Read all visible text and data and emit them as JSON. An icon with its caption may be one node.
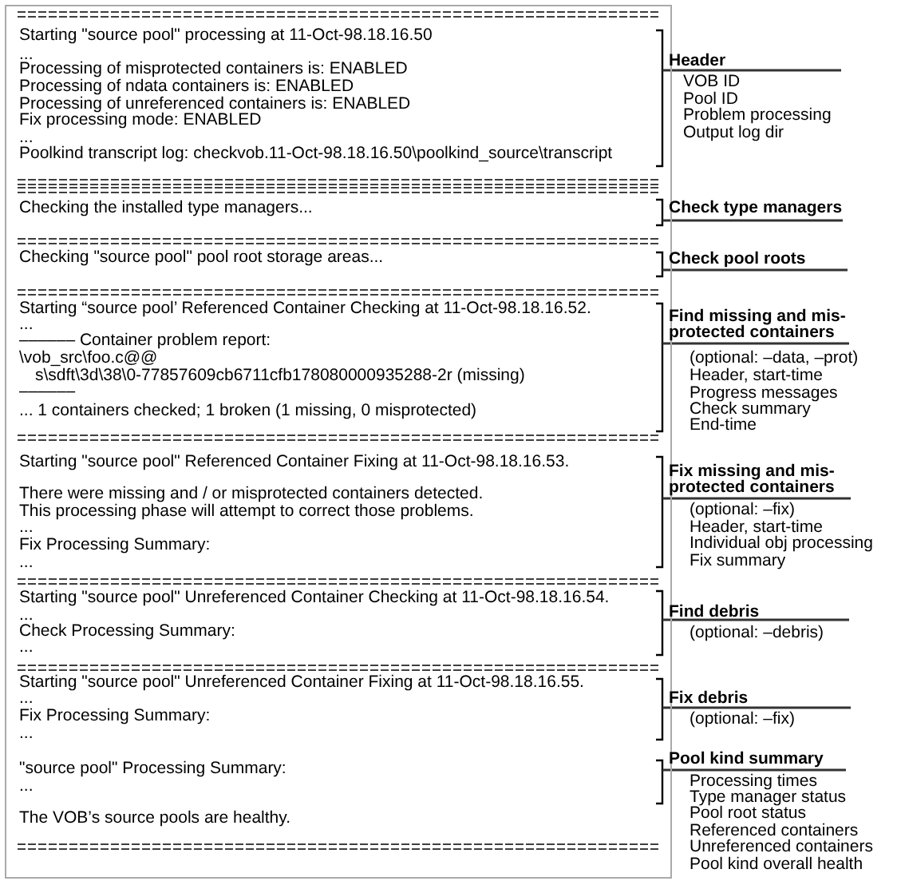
{
  "diagram": {
    "nodes": [
      {
        "text": [],
        "shape": "box"
      },
      {
        "text": [
          "Starting \"source pool\" processing at 11-Oct-98.18.16.50",
          "...",
          "Processing of misprotected containers is: ENABLED",
          "Processing of ndata containers is: ENABLED",
          "Processing of unreferenced containers is: ENABLED",
          "Fix processing mode: ENABLED",
          "...",
          "Poolkind transcript log: checkvob.11-Oct-98.18.16.50\\poolkind_source\\transcript"
        ],
        "in": 0
      },
      {
        "text": [
          "Checking the installed type managers..."
        ],
        "in": 0
      },
      {
        "text": [
          "Checking \"source pool\" pool root storage areas..."
        ],
        "in": 0
      },
      {
        "text": [
          "Starting “source pool’ Referenced Container Checking at 11-Oct-98.18.16.52.",
          "...",
          "–––––– Container problem report:",
          "\\vob_src\\foo.c@@",
          "s\\sdft\\3d\\38\\0-77857609cb6711cfb178080000935288-2r (missing)",
          "––––––",
          "... 1 containers checked; 1 broken (1 missing, 0 misprotected)"
        ],
        "in": 0
      },
      {
        "text": [
          "Starting \"source pool\" Referenced Container Fixing at 11-Oct-98.18.16.53.",
          "There were missing and / or misprotected containers detected.",
          "This processing phase will attempt to correct those problems.",
          "...",
          "Fix Processing Summary:",
          "..."
        ],
        "in": 0
      },
      {
        "text": [
          "Starting \"source pool\" Unreferenced Container Checking at 11-Oct-98.18.16.54.",
          "...",
          "Check Processing Summary:",
          "..."
        ],
        "in": 0
      },
      {
        "text": [
          "Starting \"source pool\" Unreferenced Container Fixing at 11-Oct-98.18.16.55.",
          "...",
          "Fix Processing Summary:",
          "..."
        ],
        "in": 0
      },
      {
        "text": [
          "\"source pool\" Processing Summary:",
          "...",
          "The VOB’s source pools are healthy."
        ],
        "in": 0
      },
      {
        "text": [
          "Header",
          "VOB ID",
          "Pool ID",
          "Problem processing",
          "Output log dir"
        ]
      },
      {
        "text": [
          "Check type managers"
        ]
      },
      {
        "text": [
          "Check pool roots"
        ]
      },
      {
        "text": [
          "Find missing and mis-protected containers",
          "(optional: –data, –prot)",
          "Header, start-time",
          "Progress messages",
          "Check summary",
          "End-time"
        ]
      },
      {
        "text": [
          "Fix missing and mis-protected containers",
          "(optional: –fix)",
          "Header, start-time",
          "Individual obj processing",
          "Fix summary"
        ]
      },
      {
        "text": [
          "Find debris",
          "(optional: –debris)"
        ]
      },
      {
        "text": [
          "Fix debris",
          "(optional: –fix)"
        ]
      },
      {
        "text": [
          "Pool kind summary",
          "Processing times",
          "Type manager status",
          "Pool root status",
          "Referenced containers",
          "Unreferenced containers",
          "Pool kind overall health"
        ]
      }
    ]
  }
}
